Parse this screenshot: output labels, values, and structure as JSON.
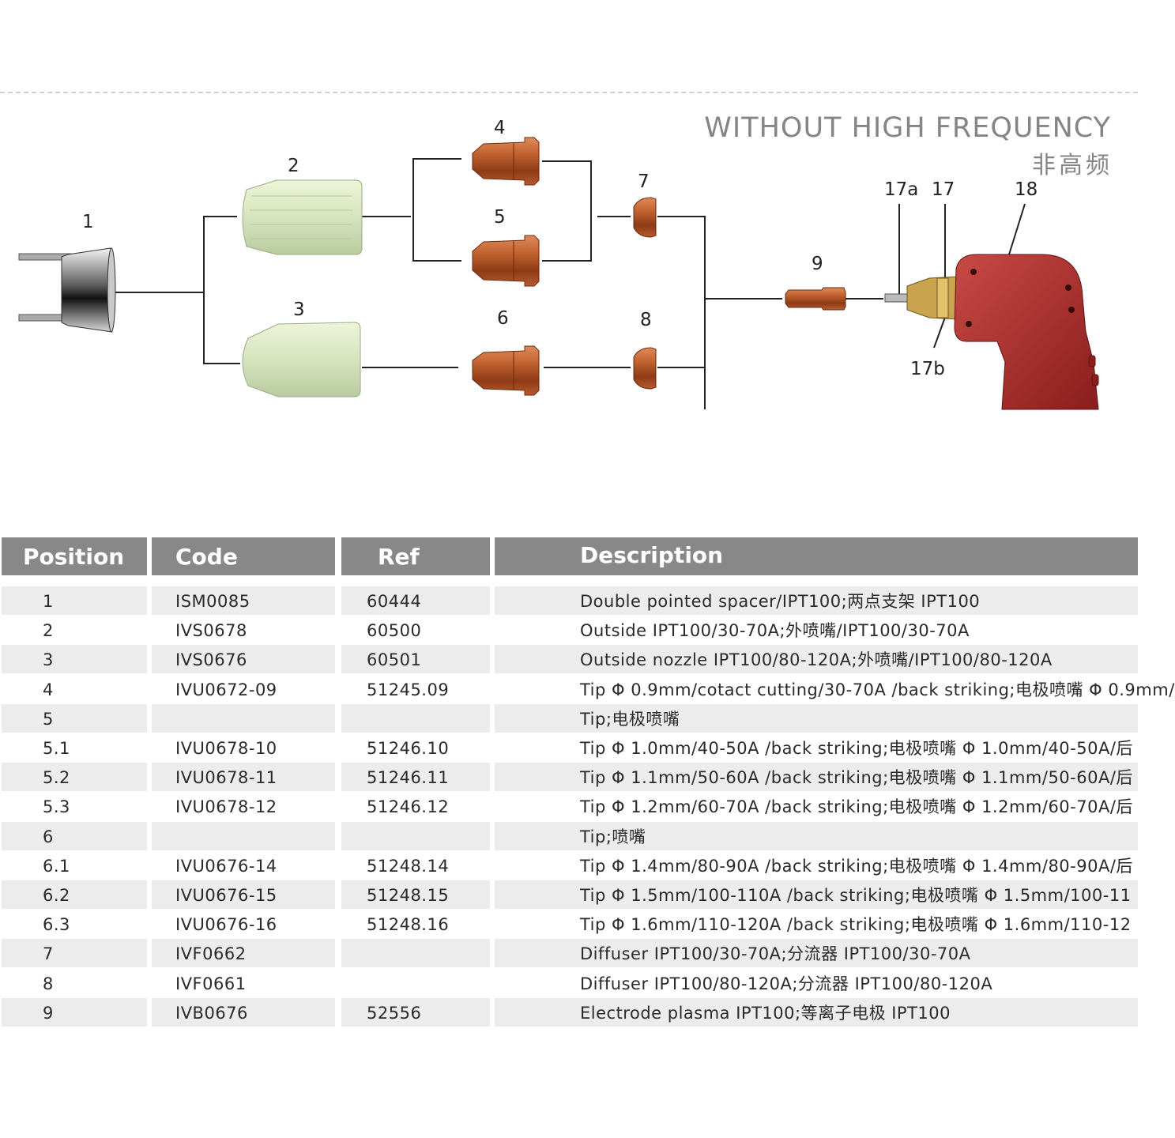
{
  "diagram": {
    "title_en": "WITHOUT HIGH FREQUENCY",
    "title_cn": "非高频",
    "callouts": [
      "1",
      "2",
      "3",
      "4",
      "5",
      "6",
      "7",
      "8",
      "9",
      "17a",
      "17",
      "18",
      "17b"
    ]
  },
  "colors": {
    "header_bg": "#888888",
    "row_shade": "#ececec",
    "copper": "#b8552a",
    "ceramic": "#dde8c8",
    "torch_red": "#b3302e"
  },
  "table": {
    "headers": {
      "position": "Position",
      "code": "Code",
      "ref": "Ref",
      "description": "Description"
    },
    "rows": [
      {
        "position": "1",
        "code": "ISM0085",
        "ref": "60444",
        "description": "Double pointed spacer/IPT100;两点支架 IPT100"
      },
      {
        "position": "2",
        "code": "IVS0678",
        "ref": "60500",
        "description": "Outside IPT100/30-70A;外喷嘴/IPT100/30-70A"
      },
      {
        "position": "3",
        "code": "IVS0676",
        "ref": "60501",
        "description": "Outside nozzle IPT100/80-120A;外喷嘴/IPT100/80-120A"
      },
      {
        "position": "4",
        "code": "IVU0672-09",
        "ref": "51245.09",
        "description": "Tip Φ 0.9mm/cotact cutting/30-70A /back striking;电极喷嘴 Φ 0.9mm/"
      },
      {
        "position": "5",
        "code": "",
        "ref": "",
        "description": "Tip;电极喷嘴"
      },
      {
        "position": "5.1",
        "code": "IVU0678-10",
        "ref": "51246.10",
        "description": "Tip Φ 1.0mm/40-50A /back striking;电极喷嘴 Φ 1.0mm/40-50A/后"
      },
      {
        "position": "5.2",
        "code": "IVU0678-11",
        "ref": "51246.11",
        "description": "Tip Φ 1.1mm/50-60A /back striking;电极喷嘴 Φ 1.1mm/50-60A/后"
      },
      {
        "position": "5.3",
        "code": "IVU0678-12",
        "ref": "51246.12",
        "description": "Tip Φ 1.2mm/60-70A /back striking;电极喷嘴 Φ 1.2mm/60-70A/后"
      },
      {
        "position": "6",
        "code": "",
        "ref": "",
        "description": "Tip;喷嘴"
      },
      {
        "position": "6.1",
        "code": "IVU0676-14",
        "ref": "51248.14",
        "description": "Tip Φ 1.4mm/80-90A /back striking;电极喷嘴 Φ 1.4mm/80-90A/后"
      },
      {
        "position": "6.2",
        "code": "IVU0676-15",
        "ref": "51248.15",
        "description": "Tip Φ 1.5mm/100-110A /back striking;电极喷嘴 Φ 1.5mm/100-11"
      },
      {
        "position": "6.3",
        "code": "IVU0676-16",
        "ref": "51248.16",
        "description": "Tip Φ 1.6mm/110-120A /back striking;电极喷嘴 Φ 1.6mm/110-12"
      },
      {
        "position": "7",
        "code": "IVF0662",
        "ref": "",
        "description": "Diffuser IPT100/30-70A;分流器 IPT100/30-70A"
      },
      {
        "position": "8",
        "code": "IVF0661",
        "ref": "",
        "description": "Diffuser IPT100/80-120A;分流器 IPT100/80-120A"
      },
      {
        "position": "9",
        "code": "IVB0676",
        "ref": "52556",
        "description": "Electrode plasma IPT100;等离子电极 IPT100"
      }
    ]
  }
}
